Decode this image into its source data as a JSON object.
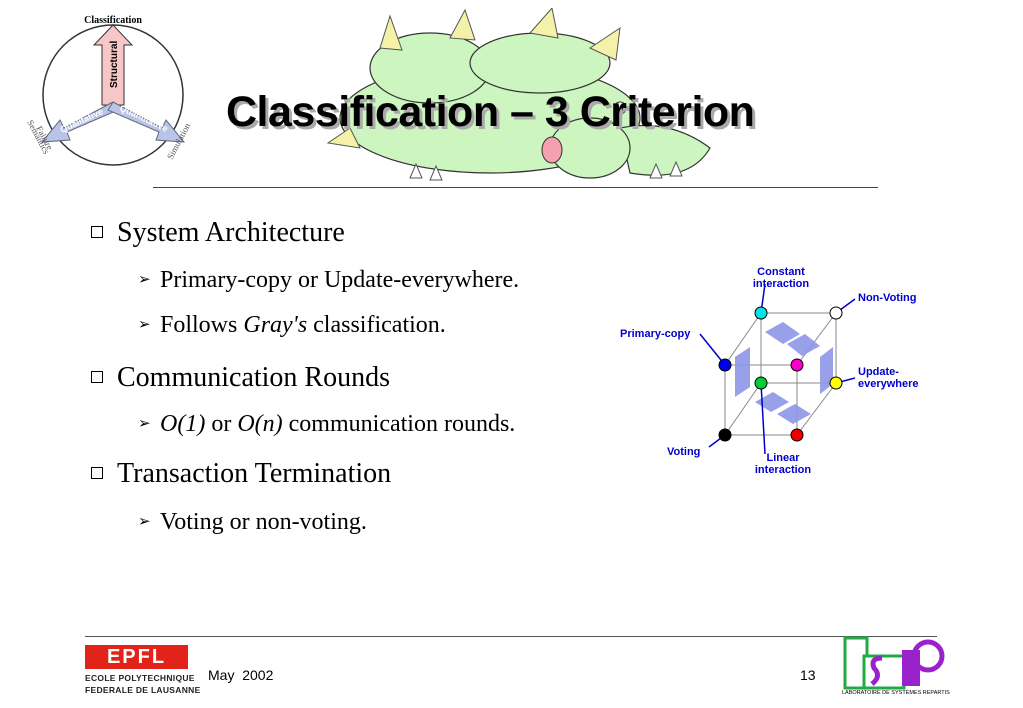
{
  "slide": {
    "title": "Classification – 3 Criterion",
    "bullets": [
      {
        "text": "System Architecture",
        "subs": [
          {
            "parts": [
              {
                "text": "Primary-copy or Update-everywhere.",
                "italic": false
              }
            ]
          },
          {
            "parts": [
              {
                "text": "Follows ",
                "italic": false
              },
              {
                "text": "Gray's",
                "italic": true
              },
              {
                "text": " classification.",
                "italic": false
              }
            ]
          }
        ]
      },
      {
        "text": "Communication Rounds",
        "subs": [
          {
            "parts": [
              {
                "text": "O(1)",
                "italic": true
              },
              {
                "text": " or ",
                "italic": false
              },
              {
                "text": "O(n)",
                "italic": true
              },
              {
                "text": " communication rounds.",
                "italic": false
              }
            ]
          }
        ]
      },
      {
        "text": "Transaction Termination",
        "subs": [
          {
            "parts": [
              {
                "text": "Voting or non-voting.",
                "italic": false
              }
            ]
          }
        ]
      }
    ]
  },
  "wheel": {
    "caption": "Classification",
    "arms": [
      "Structural",
      "Qualitative",
      "Quantitative"
    ],
    "outer_left": [
      "Failure",
      "Semantics"
    ],
    "outer_right": "Simulation"
  },
  "cube_diagram": {
    "labels": {
      "constant": [
        "Constant",
        "interaction"
      ],
      "non_voting": "Non-Voting",
      "primary_copy": "Primary-copy",
      "update_everywhere": [
        "Update-",
        "everywhere"
      ],
      "voting": "Voting",
      "linear": [
        "Linear",
        "interaction"
      ]
    },
    "colors": {
      "cyan": "#00e5e5",
      "white": "#ffffff",
      "blue": "#0000ee",
      "green": "#00cc33",
      "magenta": "#ff00cc",
      "yellow": "#ffff00",
      "black": "#000000",
      "red": "#ee0000",
      "arrow": "#8c96e6",
      "label": "#0000cc"
    }
  },
  "footer": {
    "date": "May  2002",
    "page": "13",
    "epfl_mark": "EPFL",
    "epfl_lines": [
      "ECOLE POLYTECHNIQUE",
      "FEDERALE DE LAUSANNE"
    ],
    "lsr_caption": "LABORATOIRE DE SYSTEMES REPARTIS"
  }
}
